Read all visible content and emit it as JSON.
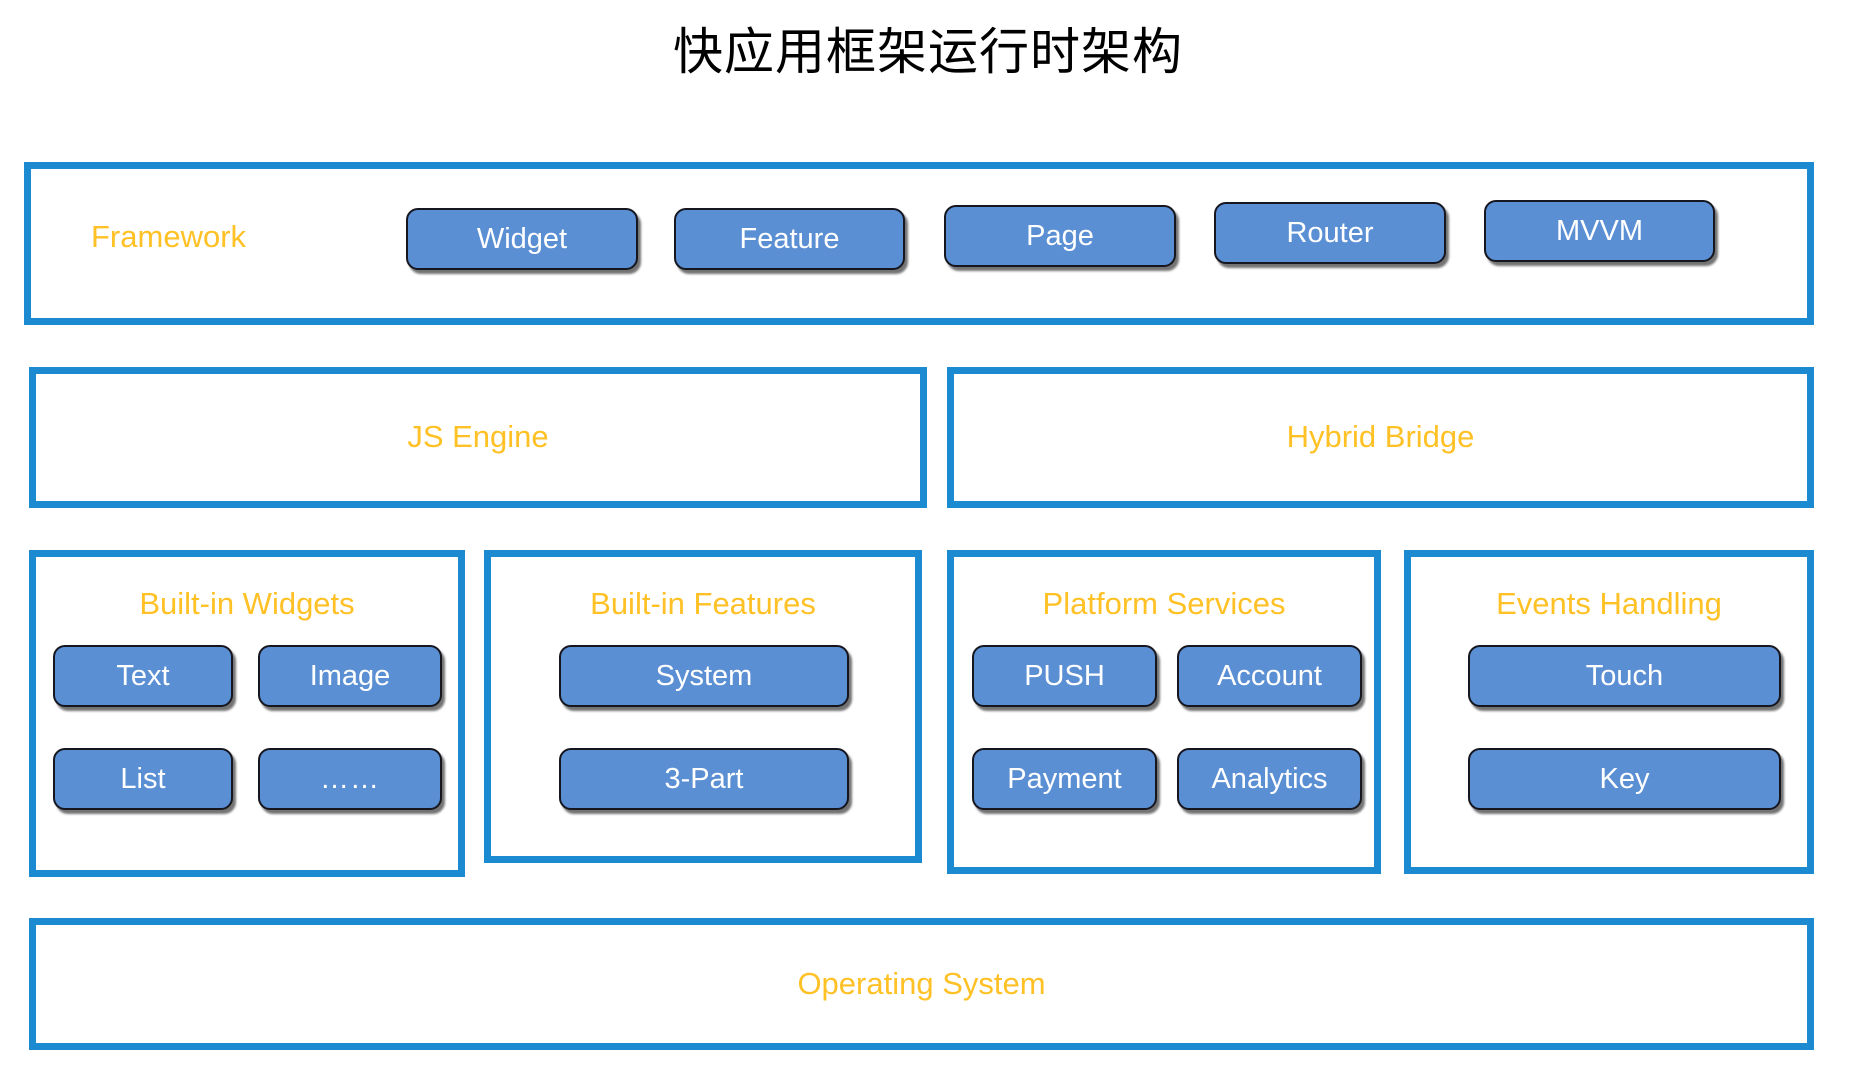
{
  "page": {
    "title": "快应用框架运行时架构",
    "background": "#ffffff"
  },
  "colors": {
    "band_border": "#1C8AD0",
    "node_fill": "#5B8FD4",
    "node_border": "#16161f",
    "label_gold": "#FFC125",
    "node_text": "#ffffff",
    "title_text": "#000000"
  },
  "layers": {
    "framework": {
      "label": "Framework",
      "nodes": [
        {
          "label": "Widget"
        },
        {
          "label": "Feature"
        },
        {
          "label": "Page"
        },
        {
          "label": "Router"
        },
        {
          "label": "MVVM"
        }
      ]
    },
    "middle": {
      "panels": [
        {
          "label": "JS Engine"
        },
        {
          "label": "Hybrid Bridge"
        }
      ]
    },
    "services": {
      "panels": [
        {
          "label": "Built-in Widgets",
          "nodes": [
            {
              "label": "Text"
            },
            {
              "label": "Image"
            },
            {
              "label": "List"
            },
            {
              "label": "……"
            }
          ]
        },
        {
          "label": "Built-in Features",
          "nodes": [
            {
              "label": "System"
            },
            {
              "label": "3-Part"
            }
          ]
        },
        {
          "label": "Platform Services",
          "nodes": [
            {
              "label": "PUSH"
            },
            {
              "label": "Account"
            },
            {
              "label": "Payment"
            },
            {
              "label": "Analytics"
            }
          ]
        },
        {
          "label": "Events Handling",
          "nodes": [
            {
              "label": "Touch"
            },
            {
              "label": "Key"
            }
          ]
        }
      ]
    },
    "os": {
      "label": "Operating System"
    }
  }
}
